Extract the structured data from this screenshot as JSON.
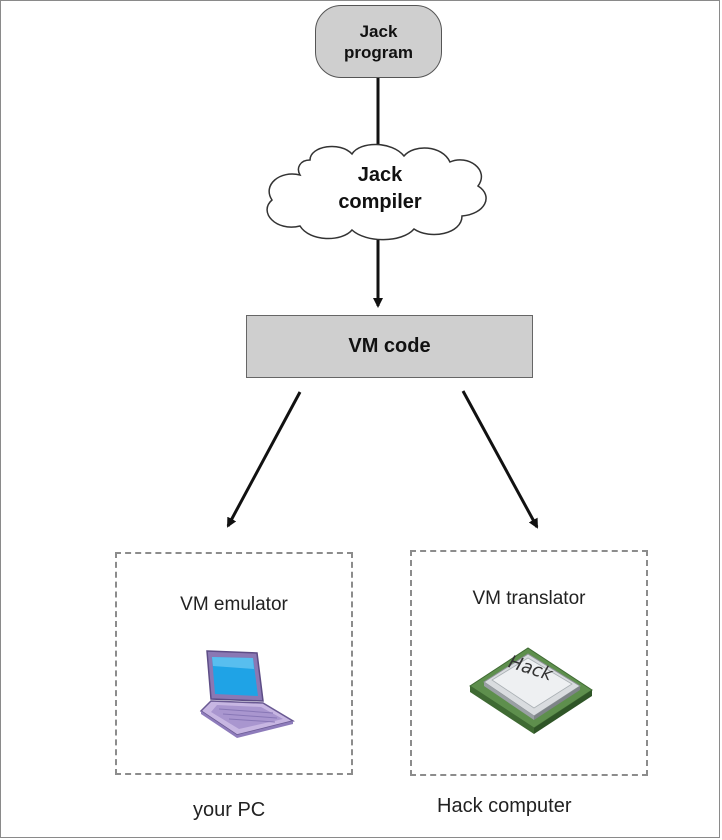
{
  "nodes": {
    "program": {
      "line1": "Jack",
      "line2": "program"
    },
    "compiler": {
      "line1": "Jack",
      "line2": "compiler"
    },
    "vm_code": {
      "label": "VM code"
    },
    "emulator": {
      "title": "VM emulator",
      "caption": "your PC",
      "icon": "laptop-icon"
    },
    "translator": {
      "title": "VM translator",
      "caption": "Hack computer",
      "chip_text": "Hack",
      "icon": "cpu-chip-icon"
    }
  },
  "colors": {
    "node_fill": "#cfcfcf",
    "stroke": "#111111",
    "dash": "#8c8c8c",
    "laptop_body": "#b9a6d8",
    "laptop_screen": "#1fa3e6"
  }
}
